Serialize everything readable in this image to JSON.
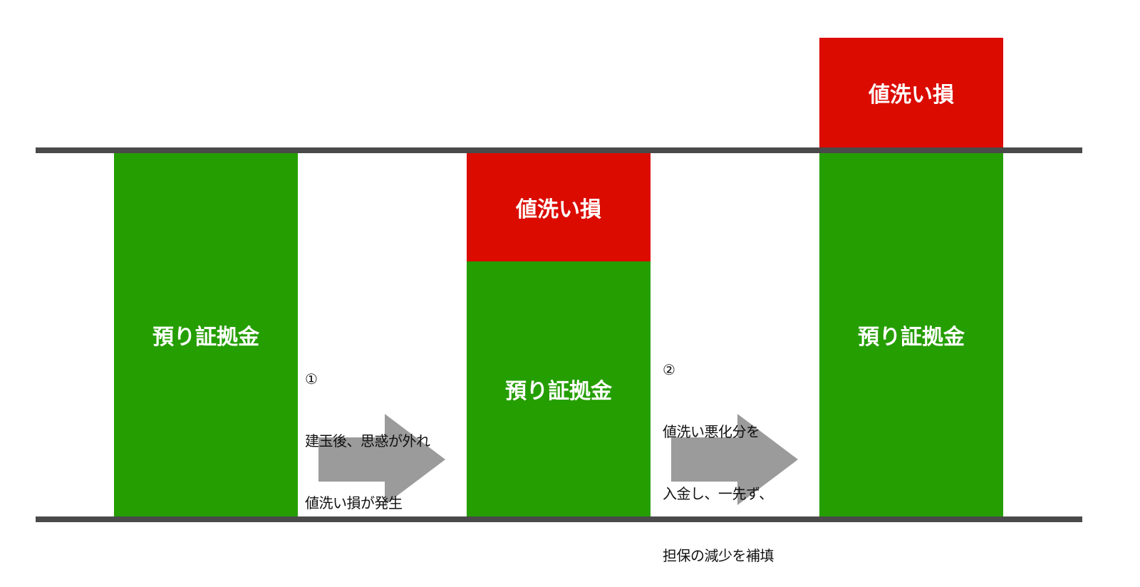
{
  "colors": {
    "margin": "#259e02",
    "loss": "#db0b00",
    "arrow": "#9b9b9b",
    "line": "#4a4a4a"
  },
  "columns": [
    {
      "margin_label": "預り証拠金"
    },
    {
      "margin_label": "預り証拠金",
      "loss_label": "値洗い損"
    },
    {
      "margin_label": "預り証拠金",
      "loss_label": "値洗い損"
    }
  ],
  "steps": [
    {
      "number": "①",
      "line1": "建玉後、思惑が外れ",
      "line2": "値洗い損が発生"
    },
    {
      "number": "②",
      "line1": "値洗い悪化分を",
      "line2": "入金し、一先ず、",
      "line3": "担保の減少を補填"
    }
  ]
}
